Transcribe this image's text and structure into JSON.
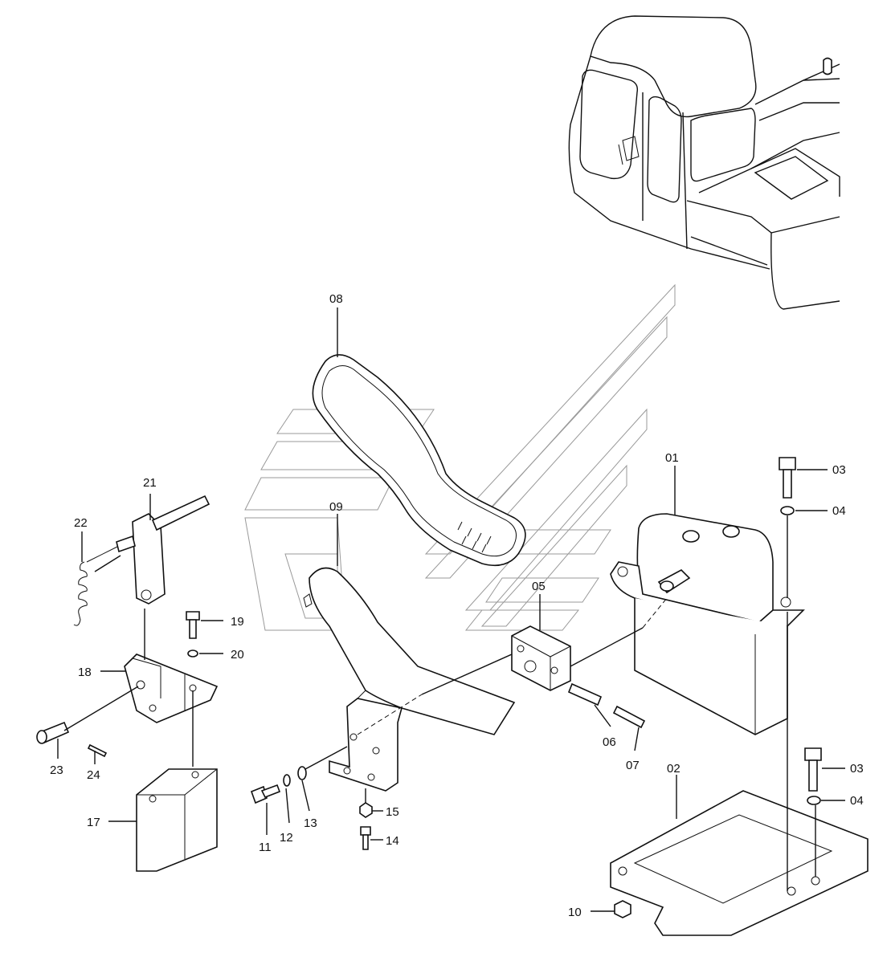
{
  "diagram": {
    "callouts": [
      {
        "id": "01",
        "label": "01"
      },
      {
        "id": "02",
        "label": "02"
      },
      {
        "id": "03a",
        "label": "03"
      },
      {
        "id": "04a",
        "label": "04"
      },
      {
        "id": "03b",
        "label": "03"
      },
      {
        "id": "04b",
        "label": "04"
      },
      {
        "id": "05",
        "label": "05"
      },
      {
        "id": "06",
        "label": "06"
      },
      {
        "id": "07",
        "label": "07"
      },
      {
        "id": "08",
        "label": "08"
      },
      {
        "id": "09",
        "label": "09"
      },
      {
        "id": "10",
        "label": "10"
      },
      {
        "id": "11",
        "label": "11"
      },
      {
        "id": "12",
        "label": "12"
      },
      {
        "id": "13",
        "label": "13"
      },
      {
        "id": "14",
        "label": "14"
      },
      {
        "id": "15",
        "label": "15"
      },
      {
        "id": "17",
        "label": "17"
      },
      {
        "id": "18",
        "label": "18"
      },
      {
        "id": "19",
        "label": "19"
      },
      {
        "id": "20",
        "label": "20"
      },
      {
        "id": "21",
        "label": "21"
      },
      {
        "id": "22",
        "label": "22"
      },
      {
        "id": "23",
        "label": "23"
      },
      {
        "id": "24",
        "label": "24"
      }
    ]
  }
}
